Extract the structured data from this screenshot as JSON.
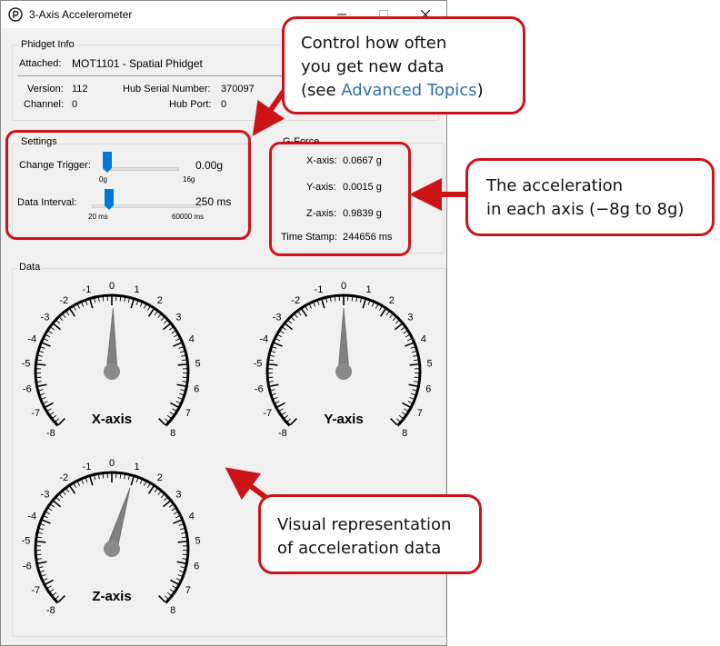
{
  "window": {
    "title": "3-Axis Accelerometer",
    "controls": {
      "minimize_icon": "minimize-icon",
      "maximize_icon": "maximize-icon",
      "close_icon": "close-icon"
    }
  },
  "phidget_info": {
    "legend": "Phidget Info",
    "attached_label": "Attached:",
    "attached_value": "MOT1101 - Spatial Phidget",
    "version_label": "Version:",
    "version_value": "112",
    "hub_serial_label": "Hub Serial Number:",
    "hub_serial_value": "370097",
    "channel_label": "Channel:",
    "channel_value": "0",
    "hub_port_label": "Hub Port:",
    "hub_port_value": "0"
  },
  "settings": {
    "legend": "Settings",
    "change_trigger": {
      "label": "Change Trigger:",
      "value": "0.00g",
      "min_label": "0g",
      "max_label": "16g",
      "position": 0.0
    },
    "data_interval": {
      "label": "Data Interval:",
      "value": "250 ms",
      "min_label": "20 ms",
      "max_label": "60000 ms",
      "position": 0.004
    }
  },
  "gforce": {
    "legend": "G-Force",
    "x_label": "X-axis:",
    "x_value": "0.0667 g",
    "y_label": "Y-axis:",
    "y_value": "0.0015 g",
    "z_label": "Z-axis:",
    "z_value": "0.9839 g",
    "timestamp_label": "Time Stamp:",
    "timestamp_value": "244656 ms"
  },
  "data": {
    "legend": "Data",
    "tick_labels": [
      "-8",
      "-7",
      "-6",
      "-5",
      "-4",
      "-3",
      "-2",
      "-1",
      "0",
      "1",
      "2",
      "3",
      "4",
      "5",
      "6",
      "7",
      "8"
    ],
    "range": [
      -8,
      8
    ],
    "gauges": [
      {
        "name": "X-axis",
        "value": 0.0667
      },
      {
        "name": "Y-axis",
        "value": 0.0015
      },
      {
        "name": "Z-axis",
        "value": 0.9839
      }
    ]
  },
  "callouts": {
    "interval": {
      "line1": "Control how often",
      "line2": "you get new data",
      "line3_prefix": "(see ",
      "line3_link": "Advanced Topics",
      "line3_suffix": ")"
    },
    "acceleration": {
      "line1": "The acceleration",
      "line2": "in each axis (−8g to 8g)"
    },
    "visual": {
      "line1": "Visual representation",
      "line2": "of acceleration data"
    }
  },
  "colors": {
    "accent": "#0078d7",
    "callout_border": "#cc1417",
    "link": "#2f6f9f"
  }
}
